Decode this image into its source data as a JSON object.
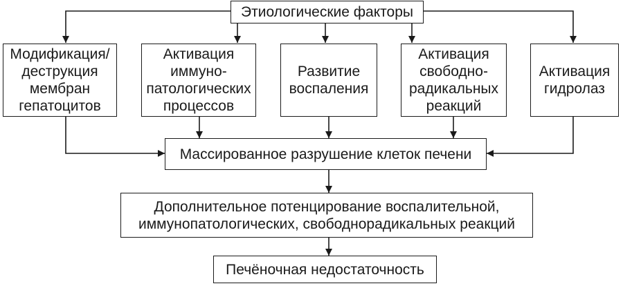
{
  "diagram": {
    "top": "Этиологические факторы",
    "causes": [
      "Модификация/\nдеструкция\nмембран\nгепатоцитов",
      "Активация\nиммуно-\nпатологических\nпроцессов",
      "Развитие\nвоспаления",
      "Активация\nсвободно-\nрадикальных\nреакций",
      "Активация\nгидролаз"
    ],
    "destruction": "Массированное разрушение клеток печени",
    "potentiation": "Дополнительное потенцирование воспалительной,\nиммунопатологических, свободнорадикальных реакций",
    "outcome": "Печёночная недостаточность"
  }
}
